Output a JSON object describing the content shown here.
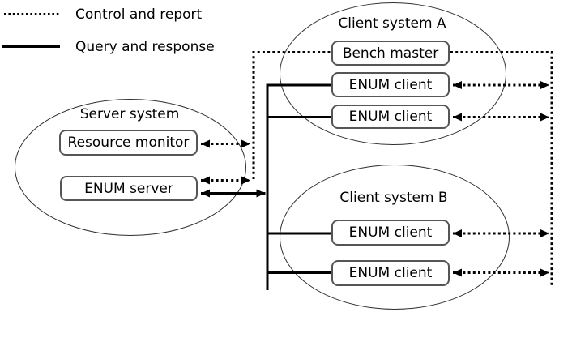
{
  "legend": {
    "items": [
      {
        "label": "Control and report",
        "line_style": "dotted"
      },
      {
        "label": "Query and response",
        "line_style": "solid"
      }
    ]
  },
  "groups": {
    "server_system": {
      "title": "Server system",
      "nodes": [
        "Resource monitor",
        "ENUM server"
      ]
    },
    "client_system_a": {
      "title": "Client system A",
      "nodes": [
        "Bench master",
        "ENUM client",
        "ENUM client"
      ]
    },
    "client_system_b": {
      "title": "Client system B",
      "nodes": [
        "ENUM client",
        "ENUM client"
      ]
    }
  },
  "connections": [
    {
      "from": "Bench master",
      "to": "Resource monitor",
      "type": "control"
    },
    {
      "from": "Bench master",
      "to": "ENUM server",
      "type": "control"
    },
    {
      "from": "Bench master",
      "to": "ENUM client A1",
      "type": "control"
    },
    {
      "from": "Bench master",
      "to": "ENUM client A2",
      "type": "control"
    },
    {
      "from": "Bench master",
      "to": "ENUM client B1",
      "type": "control"
    },
    {
      "from": "Bench master",
      "to": "ENUM client B2",
      "type": "control"
    },
    {
      "from": "ENUM server",
      "to": "ENUM client A1",
      "type": "query"
    },
    {
      "from": "ENUM server",
      "to": "ENUM client A2",
      "type": "query"
    },
    {
      "from": "ENUM server",
      "to": "ENUM client B1",
      "type": "query"
    },
    {
      "from": "ENUM server",
      "to": "ENUM client B2",
      "type": "query"
    }
  ],
  "colors": {
    "line": "#000000",
    "box_border": "#555555",
    "box_fill": "#ffffff",
    "ellipse_border": "#2e2e2e",
    "background": "#ffffff",
    "text": "#000000"
  }
}
